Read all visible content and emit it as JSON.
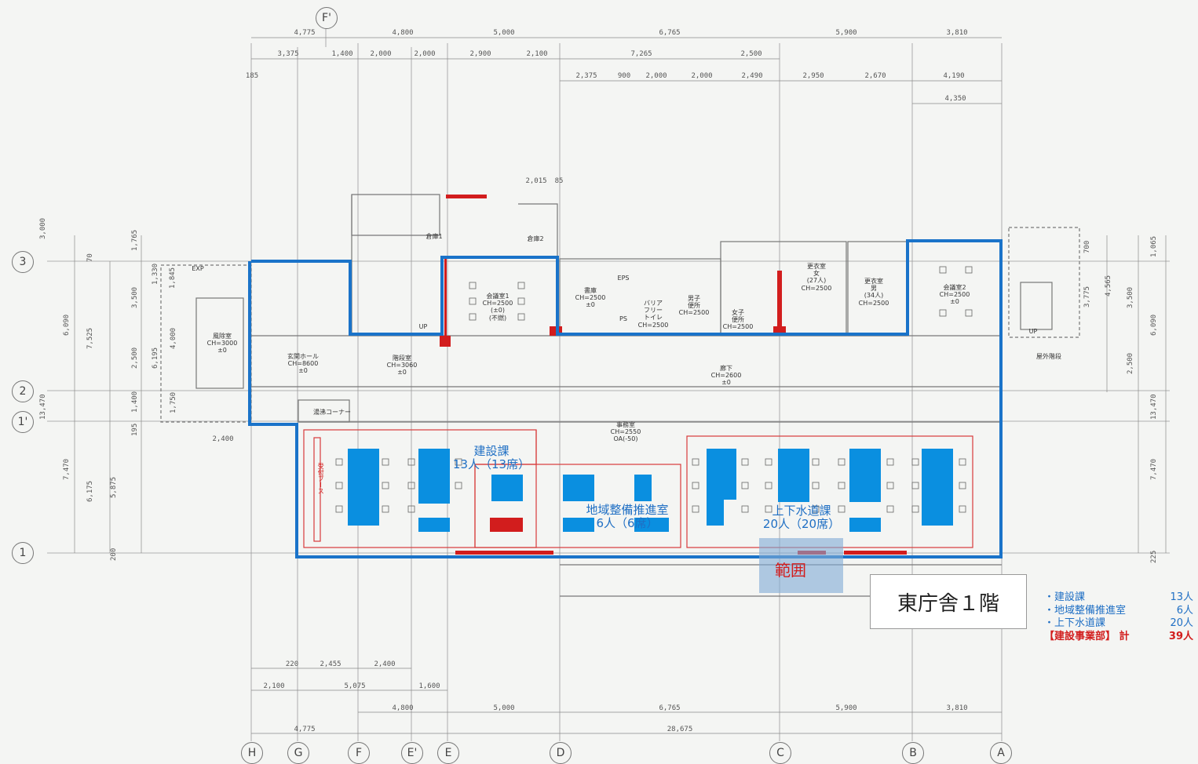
{
  "floor_title": "東庁舎１階",
  "range_label": "範囲",
  "grid_columns": [
    "F'",
    "H",
    "G",
    "F",
    "E'",
    "E",
    "D",
    "C",
    "B",
    "A"
  ],
  "grid_rows": [
    "3",
    "2",
    "1'",
    "1"
  ],
  "dimensions": {
    "top1": [
      "4,775",
      "4,800",
      "5,000",
      "6,765",
      "5,900",
      "3,810"
    ],
    "top2": [
      "3,375",
      "1,400",
      "2,000",
      "2,000",
      "2,900",
      "2,100",
      "7,265",
      "2,500"
    ],
    "top3": [
      "2,375",
      "900",
      "2,000",
      "2,000",
      "2,490",
      "2,950",
      "2,670",
      "4,190"
    ],
    "top4": [
      "4,350"
    ],
    "mid": [
      "2,015",
      "85",
      "2,400"
    ],
    "bottom1": [
      "220",
      "2,455",
      "2,400"
    ],
    "bottom2": [
      "2,100",
      "5,075",
      "1,600"
    ],
    "bottom3": [
      "4,800",
      "5,000",
      "6,765",
      "5,900",
      "3,810"
    ],
    "bottom4": [
      "4,775",
      "28,675"
    ],
    "left": [
      "3,000",
      "1,765",
      "70",
      "1,330",
      "1,845",
      "6,090",
      "7,525",
      "3,500",
      "4,000",
      "6,195",
      "2,500",
      "1,400",
      "1,750",
      "13,470",
      "195",
      "7,470",
      "6,175",
      "5,875",
      "200",
      "185"
    ],
    "right": [
      "700",
      "1,065",
      "3,775",
      "4,565",
      "3,500",
      "6,090",
      "2,500",
      "13,470",
      "7,470",
      "225"
    ]
  },
  "rooms": {
    "storage1": "倉庫1",
    "storage2": "倉庫2",
    "meeting1": [
      "会議室1",
      "CH=2500",
      "(±0)",
      "(不燃)"
    ],
    "meeting2": [
      "会議室2",
      "CH=2500",
      "±0"
    ],
    "entrance_hall": [
      "玄関ホール",
      "CH=8600",
      "±0"
    ],
    "stairs": [
      "階段室",
      "CH=3060",
      "±0"
    ],
    "vestibule": [
      "風除室",
      "CH=3000",
      "±0"
    ],
    "corridor": [
      "廊下",
      "CH=2600",
      "±0"
    ],
    "office": [
      "事務室",
      "CH=2550",
      "OA(-50)"
    ],
    "book_storage": [
      "書庫",
      "CH=2500",
      "±0"
    ],
    "barrier_free_toilet": [
      "バリア",
      "フリー",
      "トイレ",
      "CH=2500"
    ],
    "mens_toilet": [
      "男子",
      "便所",
      "CH=2500"
    ],
    "womens_toilet": [
      "女子",
      "便所",
      "CH=2500"
    ],
    "changing_women": [
      "更衣室",
      "女",
      "(27人)",
      "CH=2500"
    ],
    "changing_men": [
      "更衣室",
      "男",
      "(34人)",
      "CH=2500"
    ],
    "eps": "EPS",
    "ps": "PS",
    "exp": "EXP",
    "up": "UP",
    "kitchen": "湯沸コーナー",
    "outside_stairs": "屋外階段",
    "counter": "受付ブース"
  },
  "departments": {
    "kensetsu": [
      "建設課",
      "13人（13席）"
    ],
    "chiiki": [
      "地域整備推進室",
      "6人（6席）"
    ],
    "jogesuido": [
      "上下水道課",
      "20人（20席）"
    ]
  },
  "summary": {
    "rows": [
      {
        "label": "・建設課",
        "value": "13人"
      },
      {
        "label": "・地域整備推進室",
        "value": "6人"
      },
      {
        "label": "・上下水道課",
        "value": "20人"
      }
    ],
    "total": {
      "label": "【建設事業部】 計",
      "value": "39人"
    }
  },
  "colors": {
    "blue_outline": "#1a73c9",
    "desk_blue": "#0a8fe0",
    "red": "#d21d1d",
    "line": "#888888",
    "text_blue": "#1f6fc4"
  }
}
